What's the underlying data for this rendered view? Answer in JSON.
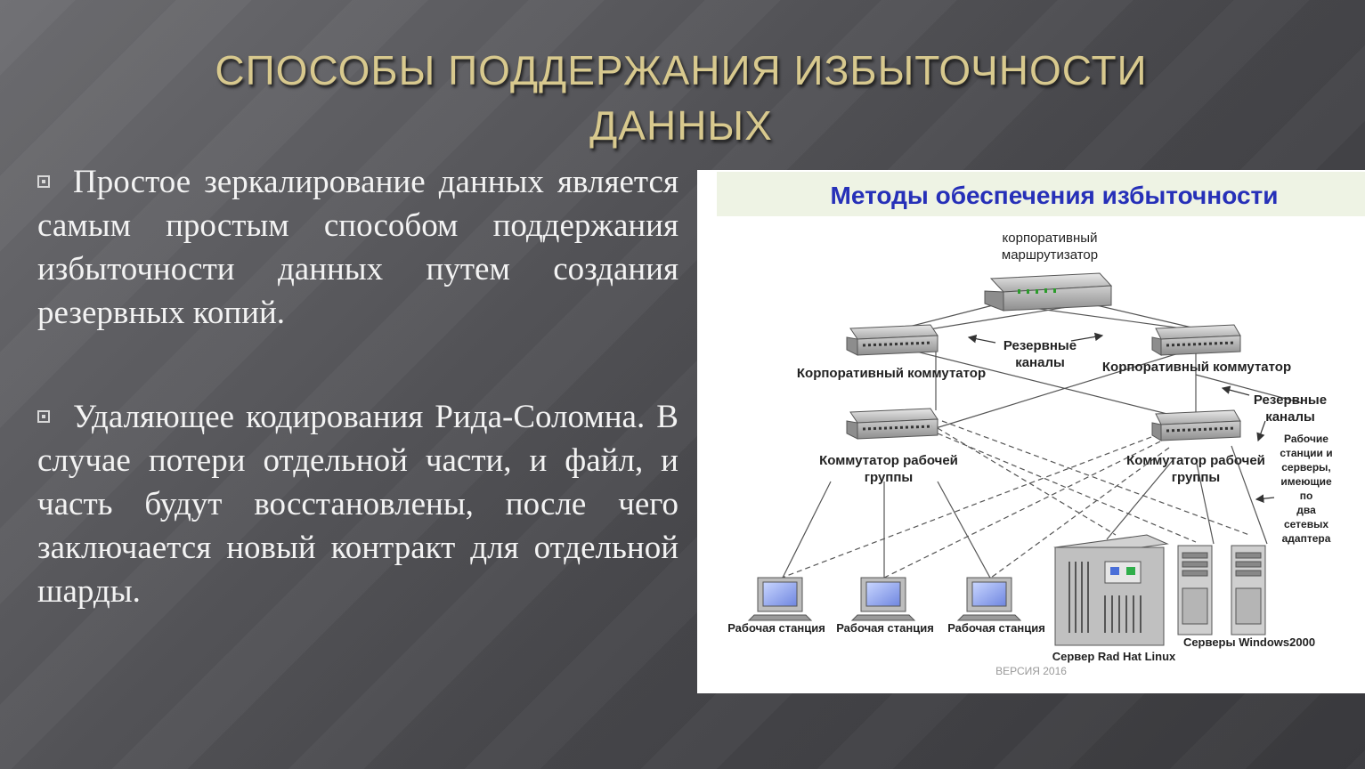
{
  "slide": {
    "title_line1": "СПОСОБЫ ПОДДЕРЖАНИЯ ИЗБЫТОЧНОСТИ",
    "title_line2": "ДАННЫХ",
    "bullets": [
      "Простое зеркалирование данных является самым простым способом поддержания избыточности данных путем создания резервных копий.",
      "Удаляющее кодирования Рида-Соломна. В случае потери отдельной части, и файл, и часть будут восстановлены, после чего заключается новый контракт для отдельной шарды."
    ]
  },
  "diagram": {
    "title": "Методы обеспечения избыточности",
    "router_line1": "корпоративный",
    "router_line2": "маршрутизатор",
    "backup_center_line1": "Резервные",
    "backup_center_line2": "каналы",
    "switch_left": "Корпоративный коммутатор",
    "switch_right": "Корпоративный коммутатор",
    "backup_right_line1": "Резервные",
    "backup_right_line2": "каналы",
    "wg_left_line1": "Коммутатор рабочей",
    "wg_left_line2": "группы",
    "wg_right_line1": "Коммутатор рабочей",
    "wg_right_line2": "группы",
    "note_lines": [
      "Рабочие",
      "станции и",
      "серверы,",
      "имеющие",
      "по",
      "два",
      "сетевых",
      "адаптера"
    ],
    "workstation_1": "Рабочая станция",
    "workstation_2": "Рабочая станция",
    "workstation_3": "Рабочая станция",
    "server_linux": "Сервер Rad Hat Linux",
    "servers_windows": "Серверы Windows2000",
    "version": "ВЕРСИЯ 2016"
  }
}
